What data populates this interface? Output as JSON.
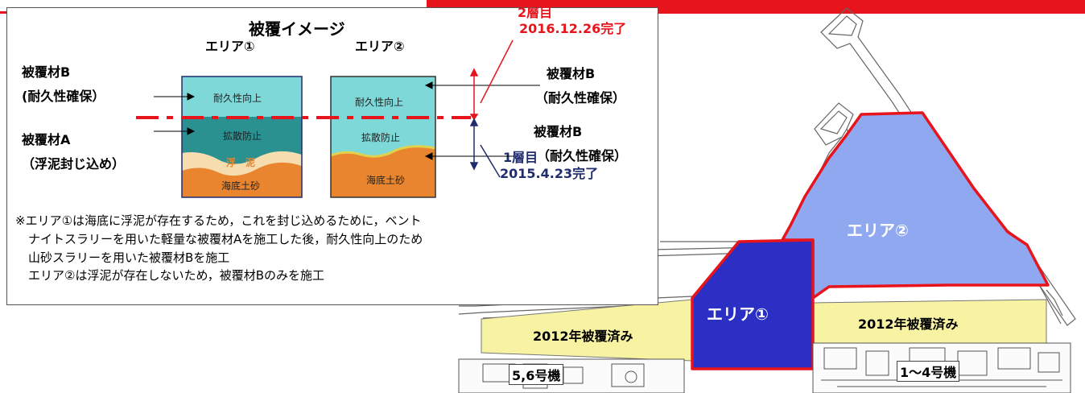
{
  "colors": {
    "accent_red": "#e8141c",
    "area2_fill": "#8fa8ef",
    "area1_fill": "#2b2fc4",
    "covered_fill": "#f7f3a3",
    "cover_b": "#7fd8d8",
    "cover_a": "#2b9090",
    "mud": "#f6ddb0",
    "seabed": "#e8852e",
    "navy": "#1f2d6e"
  },
  "map": {
    "area2_label": "エリア②",
    "area1_label": "エリア①",
    "covered_left_label": "2012年被覆済み",
    "covered_right_label": "2012年被覆済み",
    "units_56_label": "5,6号機",
    "units_14_label": "1～4号機"
  },
  "inset": {
    "title": "被覆イメージ",
    "column1_label": "エリア①",
    "column2_label": "エリア②",
    "left_labels": {
      "cover_b": "被覆材B",
      "cover_b_sub": "(耐久性確保）",
      "cover_a": "被覆材A",
      "cover_a_sub": "（浮泥封じ込め）"
    },
    "right_labels": {
      "cover_b_top": "被覆材B",
      "cover_b_top_sub": "（耐久性確保）",
      "cover_b_bottom": "被覆材B",
      "cover_b_bottom_sub": "（耐久性確保）"
    },
    "layer2_title": "2層目",
    "layer2_date": "2016.12.26完了",
    "layer1_title": "1層目",
    "layer1_date": "2015.4.23完了",
    "layers": {
      "durability": "耐久性向上",
      "diffusion": "拡散防止",
      "mud": "浮　泥",
      "seabed": "海底土砂"
    },
    "note_lines": [
      "※エリア①は海底に浮泥が存在するため，これを封じ込めるために，ベント",
      "ナイトスラリーを用いた軽量な被覆材Aを施工した後，耐久性向上のため",
      "山砂スラリーを用いた被覆材Bを施工",
      "エリア②は浮泥が存在しないため，被覆材Bのみを施工"
    ]
  }
}
